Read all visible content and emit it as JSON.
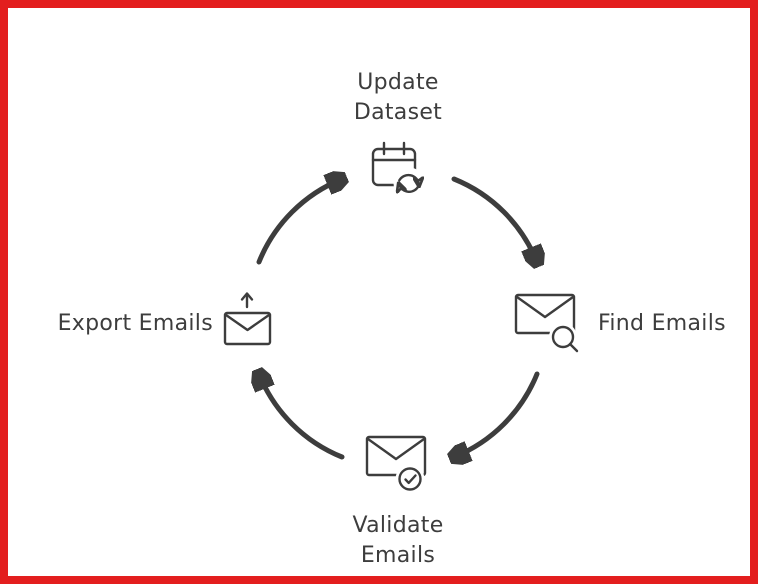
{
  "colors": {
    "border": "#e31e1e",
    "stroke": "#3d3d3d",
    "text": "#3d3d3d",
    "background": "#ffffff"
  },
  "diagram": {
    "type": "cycle",
    "direction": "clockwise",
    "steps": [
      {
        "id": "update-dataset",
        "label": "Update Dataset",
        "icon": "calendar-refresh-icon",
        "position": "top"
      },
      {
        "id": "find-emails",
        "label": "Find Emails",
        "icon": "email-search-icon",
        "position": "right"
      },
      {
        "id": "validate-emails",
        "label": "Validate Emails",
        "icon": "email-check-icon",
        "position": "bottom"
      },
      {
        "id": "export-emails",
        "label": "Export Emails",
        "icon": "email-arrow-up-icon",
        "position": "left"
      }
    ],
    "arrows": [
      {
        "from": "update-dataset",
        "to": "find-emails"
      },
      {
        "from": "find-emails",
        "to": "validate-emails"
      },
      {
        "from": "validate-emails",
        "to": "export-emails"
      },
      {
        "from": "export-emails",
        "to": "update-dataset"
      }
    ]
  }
}
